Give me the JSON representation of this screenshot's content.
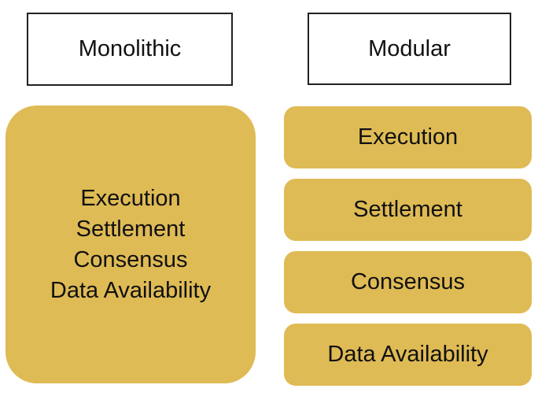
{
  "diagram": {
    "colors": {
      "background": "#ffffff",
      "accent": "#dfbb55",
      "border": "#212121",
      "text": "#111111"
    },
    "columns": [
      {
        "header": "Monolithic",
        "layers": [
          "Execution",
          "Settlement",
          "Consensus",
          "Data Availability"
        ]
      },
      {
        "header": "Modular",
        "layers": [
          "Execution",
          "Settlement",
          "Consensus",
          "Data Availability"
        ]
      }
    ]
  }
}
